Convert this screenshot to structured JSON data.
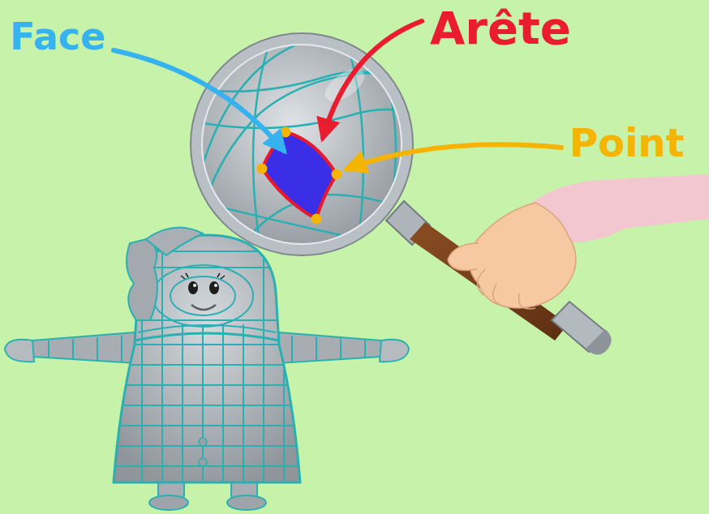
{
  "diagram": {
    "labels": [
      "Face",
      "Arête",
      "Point"
    ]
  }
}
